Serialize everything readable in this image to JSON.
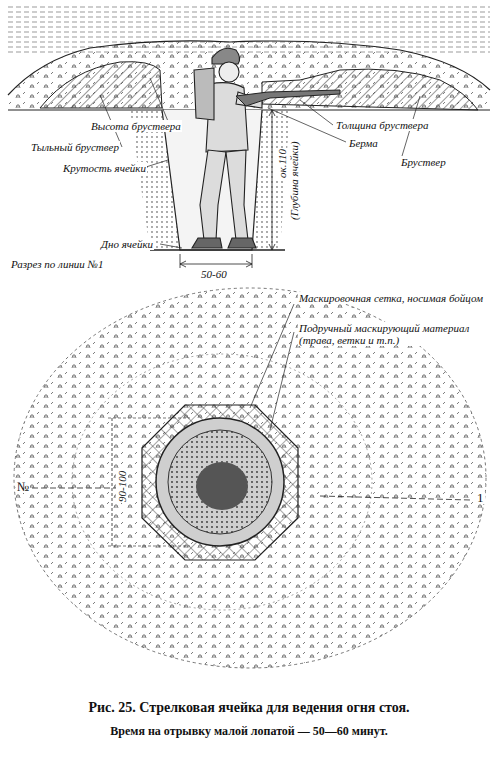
{
  "diagram": {
    "caption": "Рис. 25. Стрелковая ячейка для ведения огня стоя.",
    "labels": [
      "Высота бруствера",
      "Тыльный бруствер",
      "Крутость ячейки",
      "Дно ячейки",
      "Разрез по линии №1",
      "50-60",
      "Толщина бруствера",
      "Берма",
      "Бруствер",
      "ок.110",
      "(Глубина ячейки)",
      "Маскировочная сетка, носимая бойцом",
      "Подручный маскирующий материал (трава, ветки и т.п.)",
      "90-100",
      "№",
      "1",
      "Время на отрывку малой лопатой — 50—60 минут."
    ]
  }
}
